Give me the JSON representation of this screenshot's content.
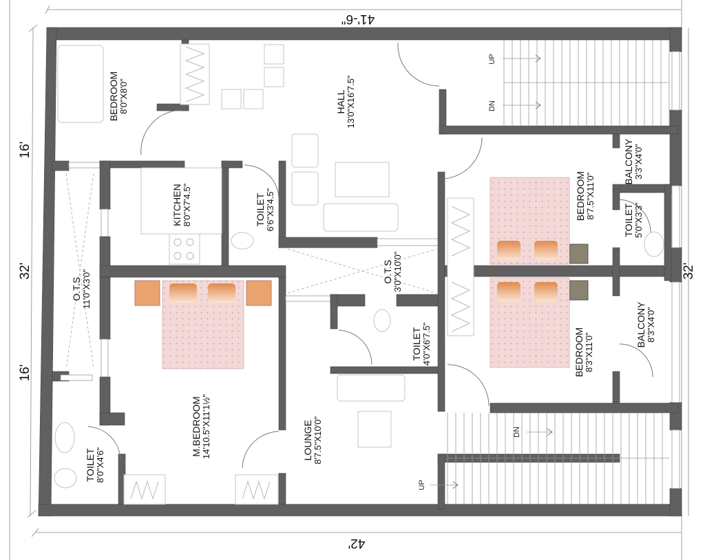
{
  "dimensions": {
    "top": "41'-6\"",
    "bottom": "42'",
    "left_upper": "16'",
    "left_total": "32'",
    "left_lower": "16'",
    "right_total": "32'"
  },
  "rooms": [
    {
      "name": "BEDROOM",
      "size": "8'0\"X8'0\""
    },
    {
      "name": "HALL",
      "size": "13'0\"X16'7.5\""
    },
    {
      "name": "KITCHEN",
      "size": "8'0\"X7'4.5\""
    },
    {
      "name": "TOILET",
      "size": "6'6\"X3'4.5\""
    },
    {
      "name": "O.T.S",
      "size": "11'0\"X3'0\""
    },
    {
      "name": "O.T.S",
      "size": "3'0\"X10'0\""
    },
    {
      "name": "BEDROOM",
      "size": "8'7.5\"X11'0\""
    },
    {
      "name": "BALCONY",
      "size": "3'3\"X4'0\""
    },
    {
      "name": "TOILET",
      "size": "5'0\"X3'3\""
    },
    {
      "name": "TOILET",
      "size": "4'0\"X6'7.5\""
    },
    {
      "name": "BEDROOM",
      "size": "8'3\"X11'0\""
    },
    {
      "name": "BALCONY",
      "size": "8'3\"X4'0\""
    },
    {
      "name": "M.BEDROOM",
      "size": "14'10.5\"X11'1½\""
    },
    {
      "name": "LOUNGE",
      "size": "8'7.5\"X10'0\""
    },
    {
      "name": "TOILET",
      "size": "8'0\"X4'6\""
    }
  ],
  "stairs": {
    "up_top": "UP",
    "dn_top": "DN",
    "dn_bottom": "DN",
    "up_bottom": "UP"
  },
  "colors": {
    "wall": "#606060",
    "bed": "#f2d6d6",
    "pillow": "#e9a36f"
  }
}
